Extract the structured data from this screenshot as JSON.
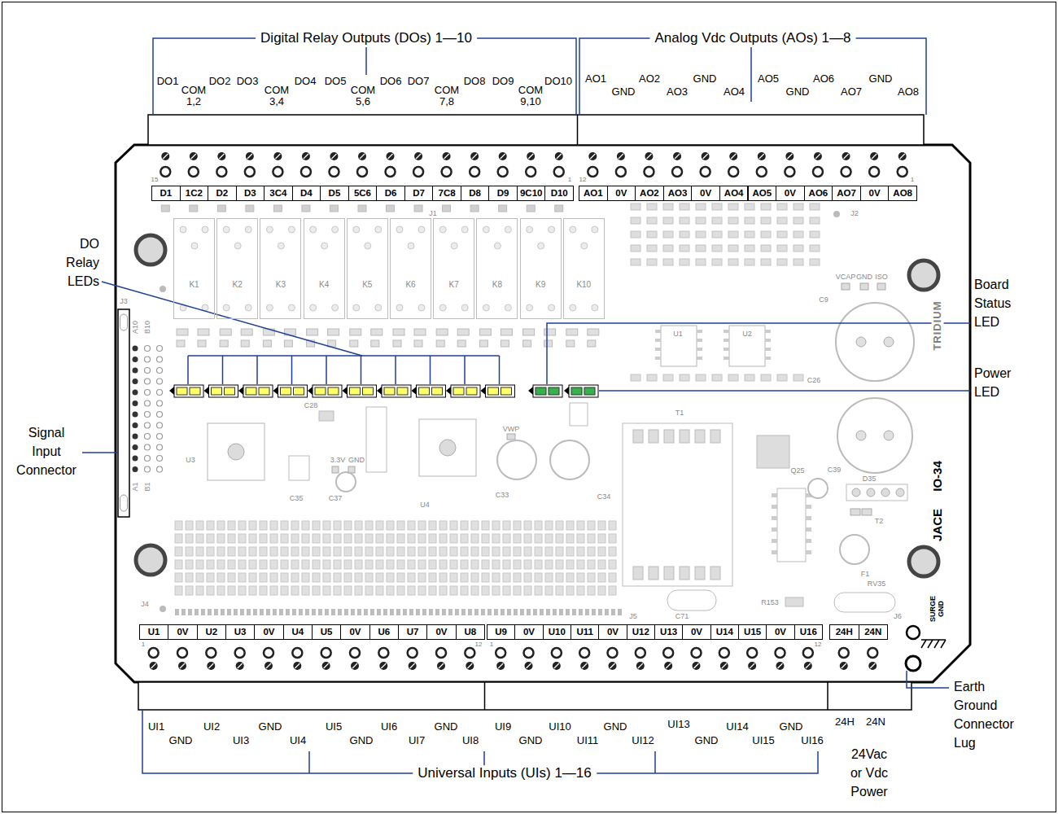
{
  "diagram": {
    "nodes": [
      {
        "text": [
          "K1"
        ]
      },
      {
        "text": [
          "K2"
        ]
      },
      {
        "text": [
          "K3"
        ]
      },
      {
        "text": [
          "K4"
        ]
      },
      {
        "text": [
          "K5"
        ]
      },
      {
        "text": [
          "K6"
        ]
      },
      {
        "text": [
          "K7"
        ]
      },
      {
        "text": [
          "K8"
        ]
      },
      {
        "text": [
          "K9"
        ]
      },
      {
        "text": [
          "K10"
        ]
      }
    ],
    "labels": [
      "Digital Relay Outputs (DOs) 1—10",
      "Analog Vdc Outputs (AOs) 1—8",
      "DO1",
      "COM",
      "1,2",
      "DO2",
      "DO3",
      "COM",
      "3,4",
      "DO4",
      "DO5",
      "COM",
      "5,6",
      "DO6",
      "DO7",
      "COM",
      "7,8",
      "DO8",
      "DO9",
      "COM",
      "9,10",
      "DO10",
      "AO1",
      "GND",
      "AO2",
      "AO3",
      "GND",
      "AO4",
      "AO5",
      "GND",
      "AO6",
      "AO7",
      "GND",
      "AO8",
      "D1",
      "1C2",
      "D2",
      "D3",
      "3C4",
      "D4",
      "D5",
      "5C6",
      "D6",
      "D7",
      "7C8",
      "D8",
      "D9",
      "9C10",
      "D10",
      "AO1",
      "0V",
      "AO2",
      "AO3",
      "0V",
      "AO4",
      "AO5",
      "0V",
      "AO6",
      "AO7",
      "0V",
      "AO8",
      "15",
      "1",
      "12",
      "1",
      "U1",
      "0V",
      "U2",
      "U3",
      "0V",
      "U4",
      "U5",
      "0V",
      "U6",
      "U7",
      "0V",
      "U8",
      "U9",
      "0V",
      "U10",
      "U11",
      "0V",
      "U12",
      "U13",
      "0V",
      "U14",
      "U15",
      "0V",
      "U16",
      "24H",
      "24N",
      "1",
      "12",
      "1",
      "12",
      "UI1",
      "GND",
      "UI2",
      "UI3",
      "GND",
      "UI4",
      "UI5",
      "GND",
      "UI6",
      "UI7",
      "GND",
      "UI8",
      "UI9",
      "GND",
      "UI10",
      "UI11",
      "GND",
      "UI12",
      "UI13",
      "GND",
      "UI14",
      "UI15",
      "GND",
      "UI16",
      "24H",
      "24N",
      "Universal Inputs (UIs) 1—16",
      "24Vac or Vdc Power",
      "Earth Ground Connector Lug",
      "Board Status LED",
      "Power LED",
      "DO Relay LEDs",
      "Signal Input Connector",
      "TRIDIUM",
      "IO-34",
      "JACE",
      "SURGE GND",
      "J1",
      "J2",
      "J3",
      "A10",
      "B10",
      "A1",
      "B1",
      "U3",
      "C28",
      "3.3V",
      "GND",
      "C35",
      "C37",
      "VWP",
      "U4",
      "C33",
      "C34",
      "T1",
      "Q25",
      "C39",
      "D35",
      "T2",
      "F1",
      "RV35",
      "R153",
      "C71",
      "J4",
      "J5",
      "J6",
      "C26",
      "C9",
      "VCAP",
      "GND",
      "ISO",
      "U1",
      "U2"
    ]
  }
}
